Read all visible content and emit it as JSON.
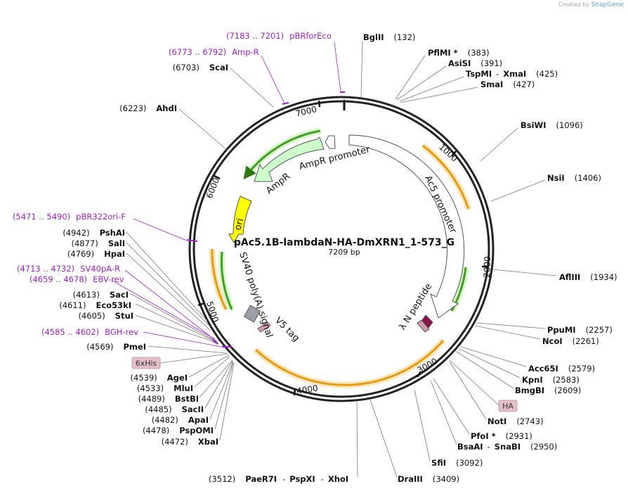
{
  "credit": {
    "prefix": "Created by",
    "brand": "SnapGene"
  },
  "plasmid": {
    "name": "pAc5.1B-lambdaN-HA-DmXRN1_1-573_G",
    "length_label": "7209 bp",
    "length": 7209
  },
  "colors": {
    "outline": "#222222",
    "enzyme_label": "#111111",
    "primer": "#a020c8",
    "amp": "#ccffcc",
    "ori": "#ffff00",
    "orf": "#e8a020",
    "orf_green": "#40a020",
    "tag": "#d49aa8",
    "lambda": "#8a1450",
    "terminator": "#9aa0a8"
  },
  "ticks": [
    "1000",
    "2000",
    "3000",
    "4000",
    "5000",
    "6000",
    "7000"
  ],
  "features": [
    {
      "name": "AmpR promoter"
    },
    {
      "name": "AmpR"
    },
    {
      "name": "ori"
    },
    {
      "name": "Ac5 promoter"
    },
    {
      "name": "SV40 poly(A) signal"
    },
    {
      "name": "V5 tag"
    },
    {
      "name": "λ N peptide"
    },
    {
      "name": "6xHis"
    },
    {
      "name": "HA"
    }
  ],
  "enzymes": [
    {
      "pos": "(132)",
      "names": [
        "BglII"
      ]
    },
    {
      "pos": "(383)",
      "names": [
        "PflMI *"
      ]
    },
    {
      "pos": "(391)",
      "names": [
        "AsiSI"
      ]
    },
    {
      "pos": "(425)",
      "names": [
        "TspMI",
        "XmaI"
      ]
    },
    {
      "pos": "(427)",
      "names": [
        "SmaI"
      ]
    },
    {
      "pos": "(1096)",
      "names": [
        "BsiWI"
      ]
    },
    {
      "pos": "(1406)",
      "names": [
        "NsiI"
      ]
    },
    {
      "pos": "(1934)",
      "names": [
        "AflIII"
      ]
    },
    {
      "pos": "(2257)",
      "names": [
        "PpuMI"
      ]
    },
    {
      "pos": "(2261)",
      "names": [
        "NcoI"
      ]
    },
    {
      "pos": "(2579)",
      "names": [
        "Acc65I"
      ]
    },
    {
      "pos": "(2583)",
      "names": [
        "KpnI"
      ]
    },
    {
      "pos": "(2609)",
      "names": [
        "BmgBI"
      ]
    },
    {
      "pos": "(2743)",
      "names": [
        "NotI"
      ]
    },
    {
      "pos": "(2931)",
      "names": [
        "PfoI *"
      ]
    },
    {
      "pos": "(2950)",
      "names": [
        "BsaAI",
        "SnaBI"
      ]
    },
    {
      "pos": "(3092)",
      "names": [
        "SfiI"
      ]
    },
    {
      "pos": "(3409)",
      "names": [
        "DraIII"
      ]
    },
    {
      "pos": "(3512)",
      "names": [
        "PaeR7I",
        "PspXI",
        "XhoI"
      ]
    },
    {
      "pos": "(4472)",
      "names": [
        "XbaI"
      ]
    },
    {
      "pos": "(4478)",
      "names": [
        "PspOMI"
      ]
    },
    {
      "pos": "(4482)",
      "names": [
        "ApaI"
      ]
    },
    {
      "pos": "(4485)",
      "names": [
        "SacII"
      ]
    },
    {
      "pos": "(4489)",
      "names": [
        "BstBI"
      ]
    },
    {
      "pos": "(4533)",
      "names": [
        "MluI"
      ]
    },
    {
      "pos": "(4539)",
      "names": [
        "AgeI"
      ]
    },
    {
      "pos": "(4569)",
      "names": [
        "PmeI"
      ]
    },
    {
      "pos": "(4605)",
      "names": [
        "StuI"
      ]
    },
    {
      "pos": "(4611)",
      "names": [
        "Eco53kI"
      ]
    },
    {
      "pos": "(4613)",
      "names": [
        "SacI"
      ]
    },
    {
      "pos": "(4769)",
      "names": [
        "HpaI"
      ]
    },
    {
      "pos": "(4877)",
      "names": [
        "SalI"
      ]
    },
    {
      "pos": "(4942)",
      "names": [
        "PshAI"
      ]
    },
    {
      "pos": "(6223)",
      "names": [
        "AhdI"
      ]
    },
    {
      "pos": "(6703)",
      "names": [
        "ScaI"
      ]
    }
  ],
  "primers": [
    {
      "range": "(7183 .. 7201)",
      "name": "pBRforEco"
    },
    {
      "range": "(6773 .. 6792)",
      "name": "Amp-R"
    },
    {
      "range": "(5471 .. 5490)",
      "name": "pBR322ori-F"
    },
    {
      "range": "(4713 .. 4732)",
      "name": "SV40pA-R"
    },
    {
      "range": "(4659 .. 4678)",
      "name": "EBV-rev"
    },
    {
      "range": "(4585 .. 4602)",
      "name": "BGH-rev"
    }
  ]
}
